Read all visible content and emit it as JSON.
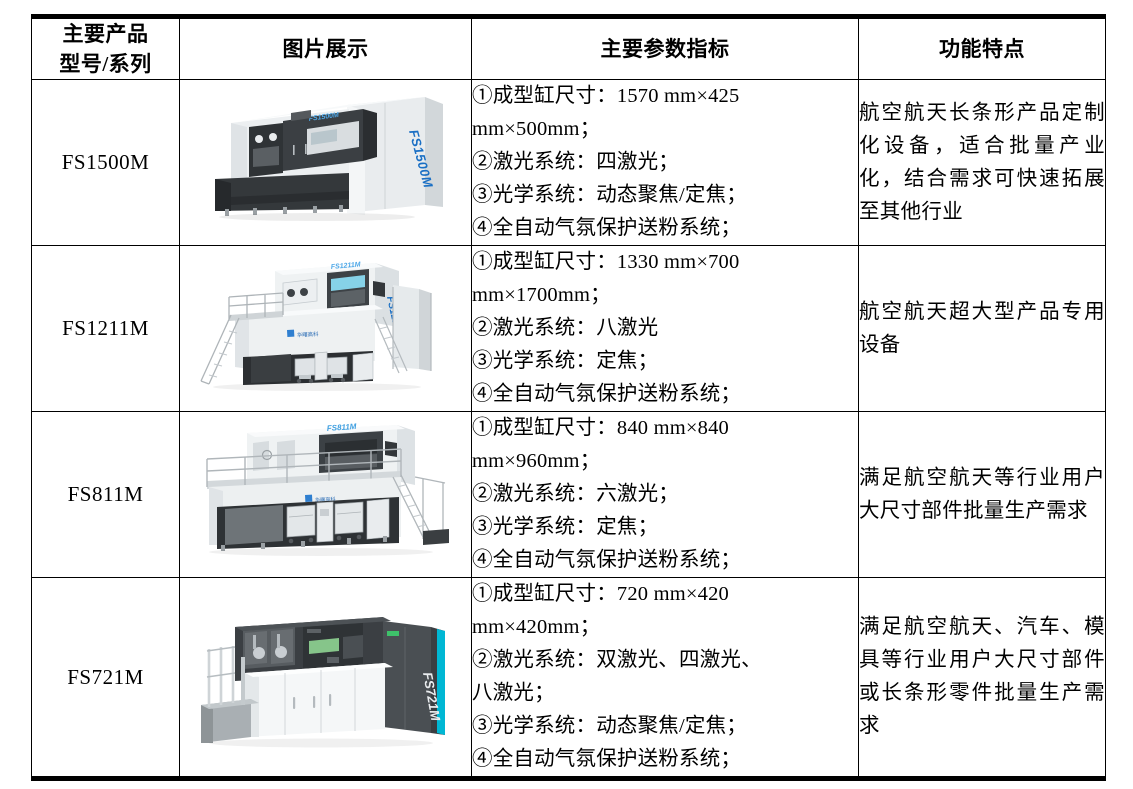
{
  "table": {
    "headers": [
      {
        "line1": "主要产品",
        "line2": "型号/系列"
      },
      {
        "line1": "图片展示",
        "line2": ""
      },
      {
        "line1": "主要参数指标",
        "line2": ""
      },
      {
        "line1": "功能特点",
        "line2": ""
      }
    ],
    "rows": [
      {
        "model": "FS1500M",
        "image_label": "FS1500M",
        "image_alt": "FS1500M 长条形金属3D打印设备",
        "params": [
          "①成型缸尺寸：1570 mm×425",
          "mm×500mm；",
          "②激光系统：四激光；",
          "③光学系统：动态聚焦/定焦；",
          "④全自动气氛保护送粉系统；"
        ],
        "features": "航空航天长条形产品定制化设备，适合批量产业化，结合需求可快速拓展至其他行业"
      },
      {
        "model": "FS1211M",
        "image_label": "FS1211M",
        "image_alt": "FS1211M 超大型双层金属3D打印设备",
        "params": [
          "①成型缸尺寸：1330 mm×700",
          "mm×1700mm；",
          "②激光系统：八激光",
          "③光学系统：定焦；",
          "④全自动气氛保护送粉系统；"
        ],
        "features": "航空航天超大型产品专用设备"
      },
      {
        "model": "FS811M",
        "image_label": "FS811M",
        "image_alt": "FS811M 大尺寸双层金属3D打印设备",
        "params": [
          "①成型缸尺寸：840 mm×840",
          "mm×960mm；",
          "②激光系统：六激光；",
          "③光学系统：定焦；",
          "④全自动气氛保护送粉系统；"
        ],
        "features": "满足航空航天等行业用户大尺寸部件批量生产需求"
      },
      {
        "model": "FS721M",
        "image_label": "FS721M",
        "image_alt": "FS721M 金属3D打印设备",
        "params": [
          "①成型缸尺寸：720 mm×420",
          "mm×420mm；",
          "②激光系统：双激光、四激光、",
          "八激光；",
          "③光学系统：动态聚焦/定焦；",
          "④全自动气氛保护送粉系统；"
        ],
        "features": "满足航空航天、汽车、模具等行业用户大尺寸部件或长条形零件批量生产需求"
      }
    ]
  },
  "colors": {
    "border": "#000000",
    "text": "#000000",
    "machine_body_light": "#eef0f1",
    "machine_body_mid": "#d6dadd",
    "machine_dark": "#3c4043",
    "machine_charcoal": "#2f3336",
    "brand_blue": "#1a6fc4",
    "accent_cyan": "#00b7d4",
    "accent_green": "#3ec16a"
  }
}
